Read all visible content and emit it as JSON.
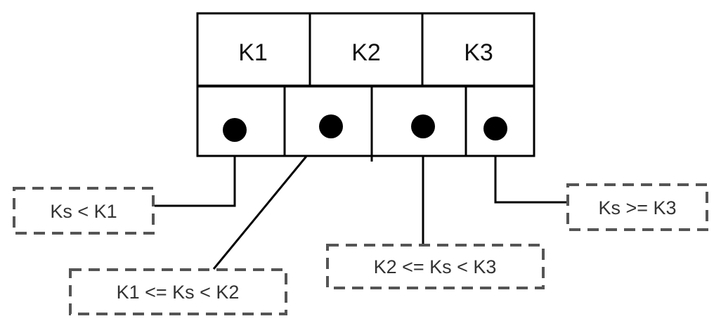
{
  "node": {
    "keys": [
      "K1",
      "K2",
      "K3"
    ]
  },
  "ranges": [
    "Ks < K1",
    "K1 <= Ks < K2",
    "K2 <= Ks < K3",
    "Ks >= K3"
  ],
  "colors": {
    "stroke": "#000000",
    "dashed": "#555555",
    "text": "#333333"
  }
}
